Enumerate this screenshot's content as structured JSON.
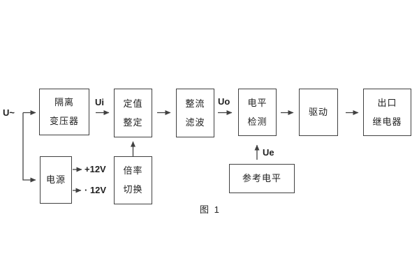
{
  "figure": {
    "caption": "图 1",
    "labels": {
      "input": "U~",
      "ui": "Ui",
      "uo": "Uo",
      "ue": "Ue",
      "rail_positive": "+12V",
      "rail_negative": "· 12V"
    },
    "blocks": {
      "isolation_transformer": {
        "line1": "隔离",
        "line2": "变压器"
      },
      "setpoint_adjust": {
        "line1": "定值",
        "line2": "整定"
      },
      "rectifier_filter": {
        "line1": "整流",
        "line2": "滤波"
      },
      "level_detector": {
        "line1": "电平",
        "line2": "检测"
      },
      "driver": {
        "line1": "驱动"
      },
      "output_relay": {
        "line1": "出口",
        "line2": "继电器"
      },
      "power_supply": {
        "line1": "电源"
      },
      "ratio_switch": {
        "line1": "倍率",
        "line2": "切换"
      },
      "reference_level": {
        "line1": "参考电平"
      }
    },
    "colors": {
      "stroke": "#404040",
      "text": "#212121",
      "background": "#ffffff"
    }
  }
}
